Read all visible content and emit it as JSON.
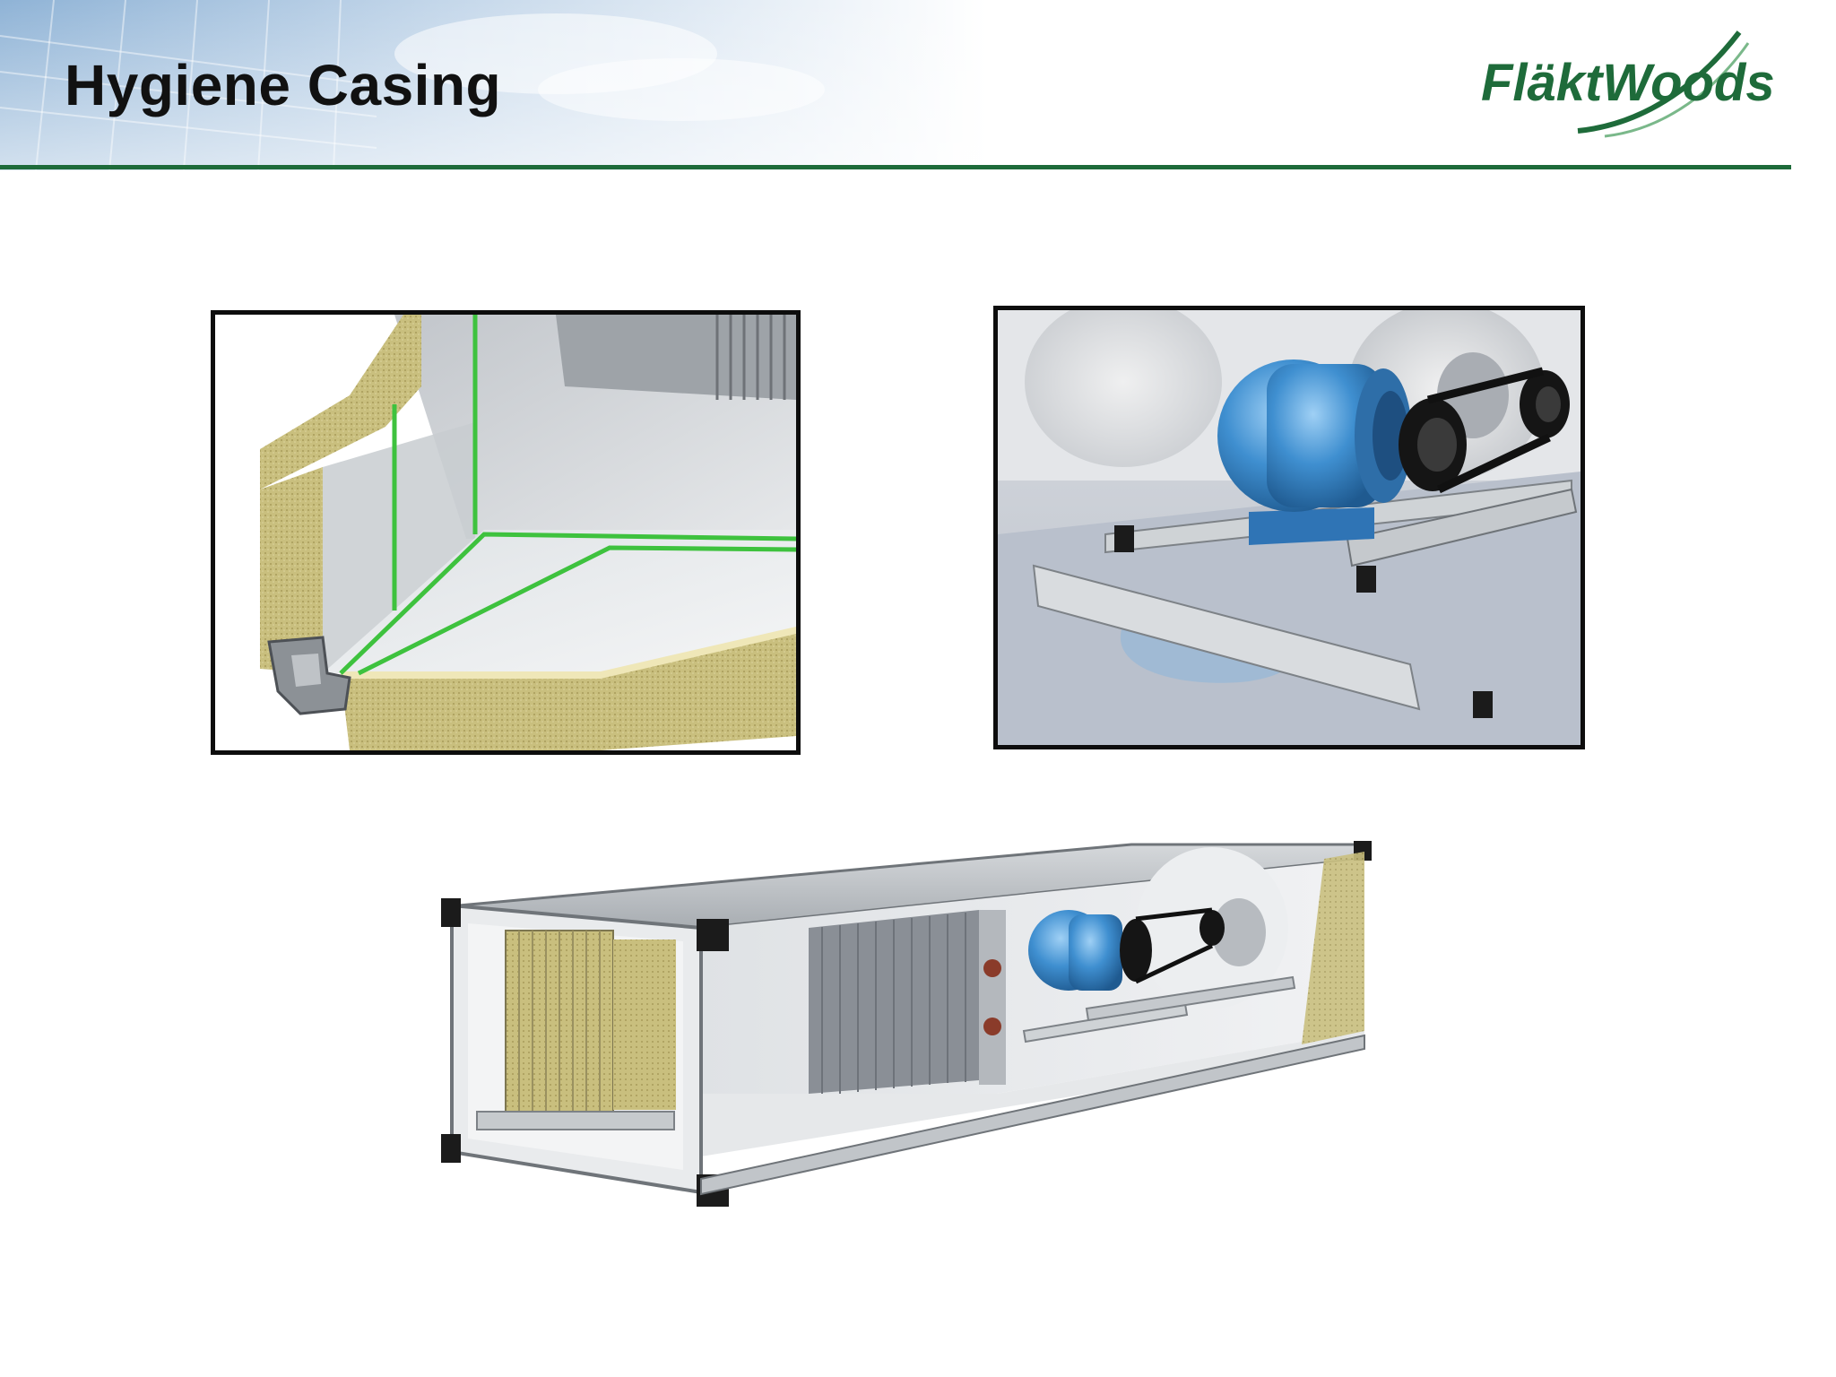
{
  "slide": {
    "title": "Hygiene Casing",
    "logo_text": "FläktWoods",
    "colors": {
      "brand_green": "#1e6b3a",
      "rule_green": "#1e6b3a",
      "seal_green": "#3ec23e",
      "insulation": "#c9bf7e",
      "motor_blue": "#3f8fd0"
    }
  },
  "figures": {
    "casing_detail": {
      "icon": "insulated-panel-seal-illustration"
    },
    "motor_detail": {
      "icon": "motor-belt-drive-illustration"
    },
    "air_handling_unit": {
      "icon": "air-handling-unit-cutaway-illustration"
    }
  }
}
